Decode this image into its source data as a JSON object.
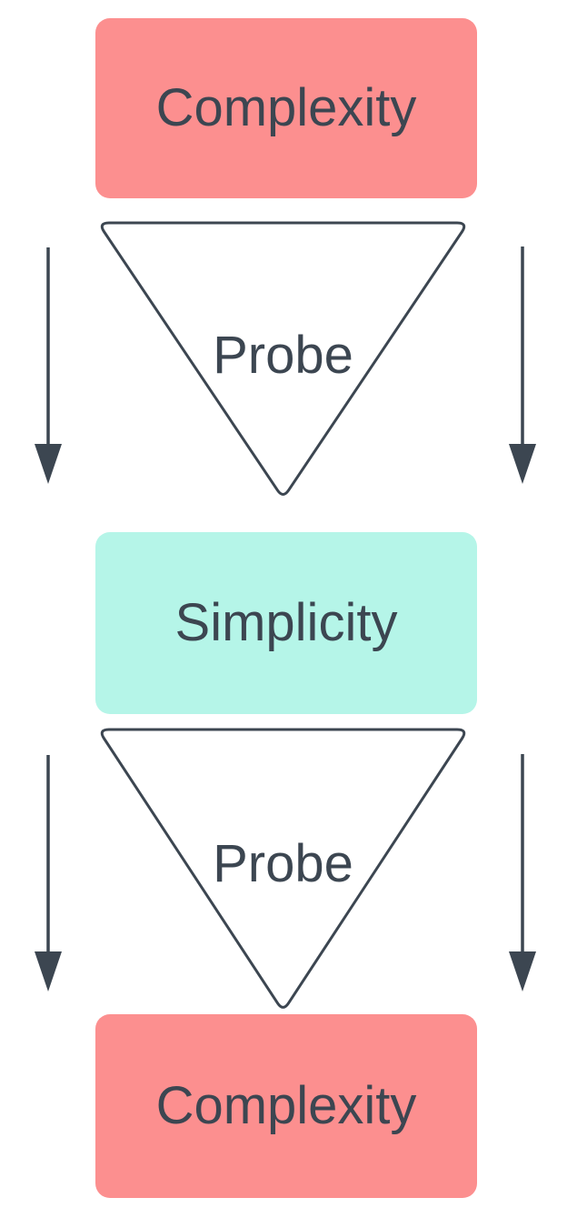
{
  "diagram": {
    "background_color": "#FFFFFF",
    "colors": {
      "salmon": "#FC8F8F",
      "mint": "#B5F5E8",
      "stroke": "#3C4651",
      "text": "#3C4651",
      "funnel_fill": "#FFFFFF"
    },
    "nodes": [
      {
        "id": "complexity-top",
        "shape": "rounded-rectangle",
        "label": "Complexity",
        "fill": "salmon"
      },
      {
        "id": "probe-funnel-1",
        "shape": "inverted-triangle",
        "label": "Probe",
        "fill": "white"
      },
      {
        "id": "simplicity",
        "shape": "rounded-rectangle",
        "label": "Simplicity",
        "fill": "mint"
      },
      {
        "id": "probe-funnel-2",
        "shape": "inverted-triangle",
        "label": "Probe",
        "fill": "white"
      },
      {
        "id": "complexity-bottom",
        "shape": "rounded-rectangle",
        "label": "Complexity",
        "fill": "salmon"
      }
    ],
    "connectors": [
      {
        "id": "arrow-left-1",
        "type": "down-arrow",
        "side": "left",
        "from": "complexity-top",
        "to": "simplicity"
      },
      {
        "id": "arrow-right-1",
        "type": "down-arrow",
        "side": "right",
        "from": "complexity-top",
        "to": "simplicity"
      },
      {
        "id": "arrow-left-2",
        "type": "down-arrow",
        "side": "left",
        "from": "simplicity",
        "to": "complexity-bottom"
      },
      {
        "id": "arrow-right-2",
        "type": "down-arrow",
        "side": "right",
        "from": "simplicity",
        "to": "complexity-bottom"
      }
    ]
  }
}
